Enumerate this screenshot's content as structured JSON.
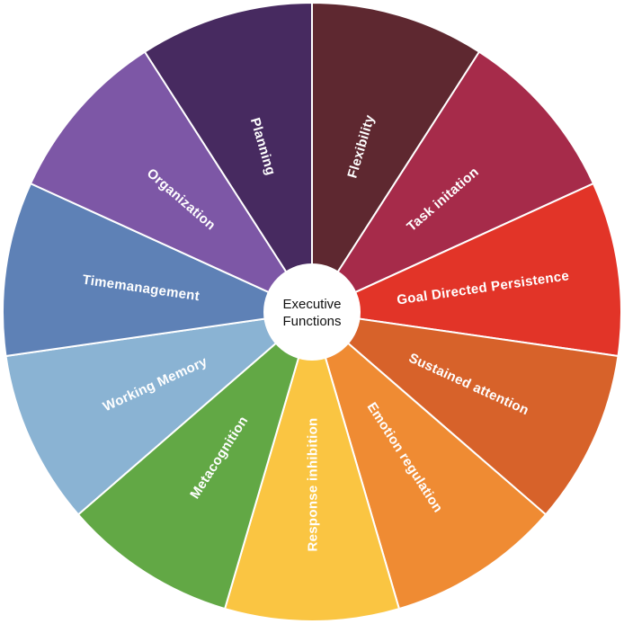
{
  "title": "Executive Functions wheel diagram",
  "center": {
    "line1": "Executive",
    "line2": "Functions",
    "bg_color": "#ffffff",
    "text_color": "#111111"
  },
  "wheel": {
    "start_angle_deg": 0,
    "direction": "clockwise",
    "stroke_color": "#ffffff",
    "label_color": "#ffffff",
    "segments": [
      {
        "label": "Flexibility",
        "color": "#5e2830"
      },
      {
        "label": "Task initation",
        "color": "#a62b4a"
      },
      {
        "label": "Goal Directed Persistence",
        "color": "#e23428"
      },
      {
        "label": "Sustained attention",
        "color": "#d7622a"
      },
      {
        "label": "Emotion regulation",
        "color": "#ef8b33"
      },
      {
        "label": "Response inhibition",
        "color": "#fac542"
      },
      {
        "label": "Metacognition",
        "color": "#62a845"
      },
      {
        "label": "Working Memory",
        "color": "#8ab3d3"
      },
      {
        "label": "Timemanagement",
        "color": "#5e81b6"
      },
      {
        "label": "Organization",
        "color": "#7d57a6"
      },
      {
        "label": "Planning",
        "color": "#472a60"
      }
    ]
  }
}
